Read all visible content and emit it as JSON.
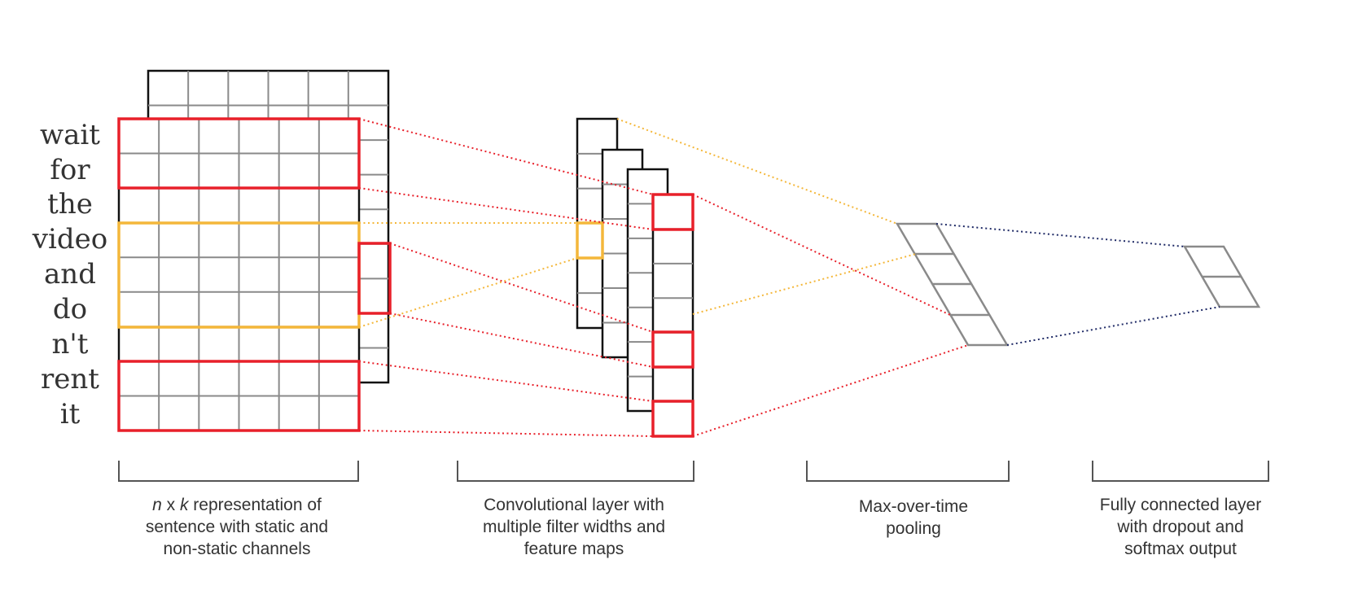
{
  "words": [
    "wait",
    "for",
    "the",
    "video",
    "and",
    "do",
    "n't",
    "rent",
    "it"
  ],
  "captions": {
    "input": {
      "line1_var_n": "n",
      "line1_mid": " x ",
      "line1_var_k": "k",
      "line1_rest": " representation of",
      "line2": "sentence with static and",
      "line3": "non-static channels"
    },
    "conv": {
      "line1": "Convolutional layer with",
      "line2": "multiple filter widths and",
      "line3": "feature maps"
    },
    "pool": {
      "line1": "Max-over-time",
      "line2": "pooling"
    },
    "fc": {
      "line1": "Fully connected layer",
      "line2": "with dropout and",
      "line3": "softmax output"
    }
  },
  "colors": {
    "filter_red": "#e8202a",
    "filter_yellow": "#f4b73a",
    "fc_link_navy": "#1f2a66",
    "grid": "#8a8a8a",
    "frame": "#111111"
  }
}
